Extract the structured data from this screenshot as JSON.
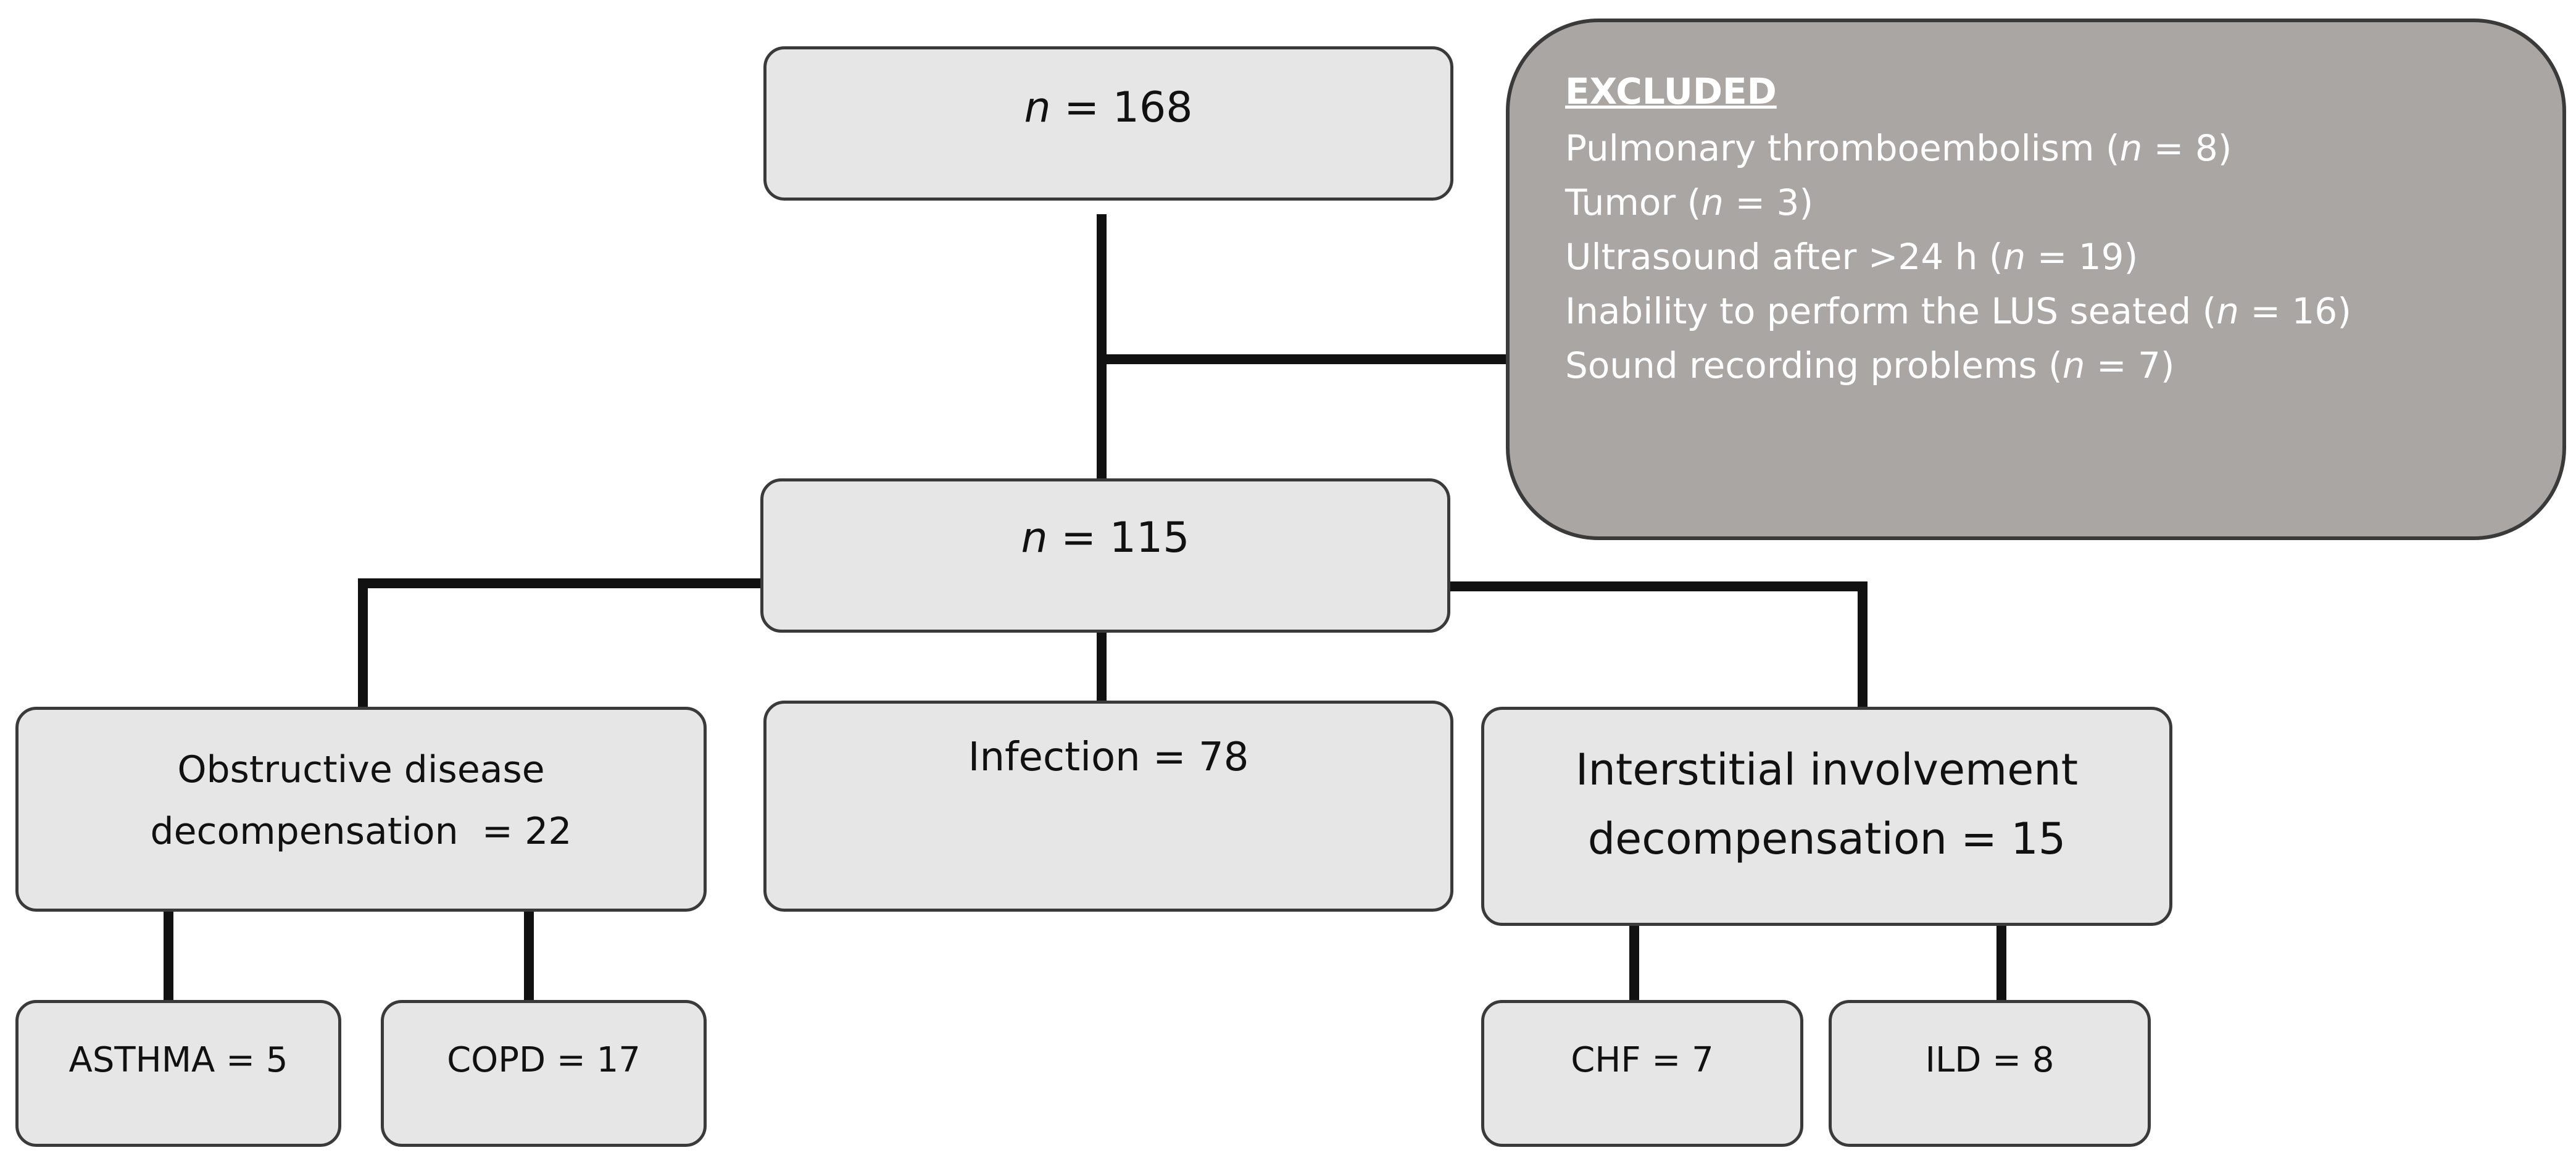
{
  "top": {
    "n_symbol": "n",
    "value": "168"
  },
  "middle": {
    "n_symbol": "n",
    "value": "115"
  },
  "excluded": {
    "heading": "EXCLUDED",
    "n_symbol": "n",
    "items": [
      {
        "label": "Pulmonary thromboembolism",
        "count": "8"
      },
      {
        "label": "Tumor",
        "count": "3"
      },
      {
        "label": "Ultrasound after >24 h",
        "count": "19"
      },
      {
        "label": "Inability to perform the LUS seated",
        "count": "16"
      },
      {
        "label": "Sound recording problems",
        "count": "7"
      }
    ]
  },
  "groups": {
    "obstructive": {
      "line1": "Obstructive disease",
      "line2": "decompensation  = 22"
    },
    "infection": {
      "label": "Infection = 78"
    },
    "interstitial": {
      "line1": "Interstitial involvement",
      "line2": "decompensation = 15"
    }
  },
  "subgroups": {
    "asthma": "ASTHMA = 5",
    "copd": "COPD = 17",
    "chf": "CHF = 7",
    "ild": "ILD = 8"
  },
  "colors": {
    "box_fill": "#e6e6e6",
    "excluded_fill": "#aaa6a4",
    "connector": "#111111"
  }
}
